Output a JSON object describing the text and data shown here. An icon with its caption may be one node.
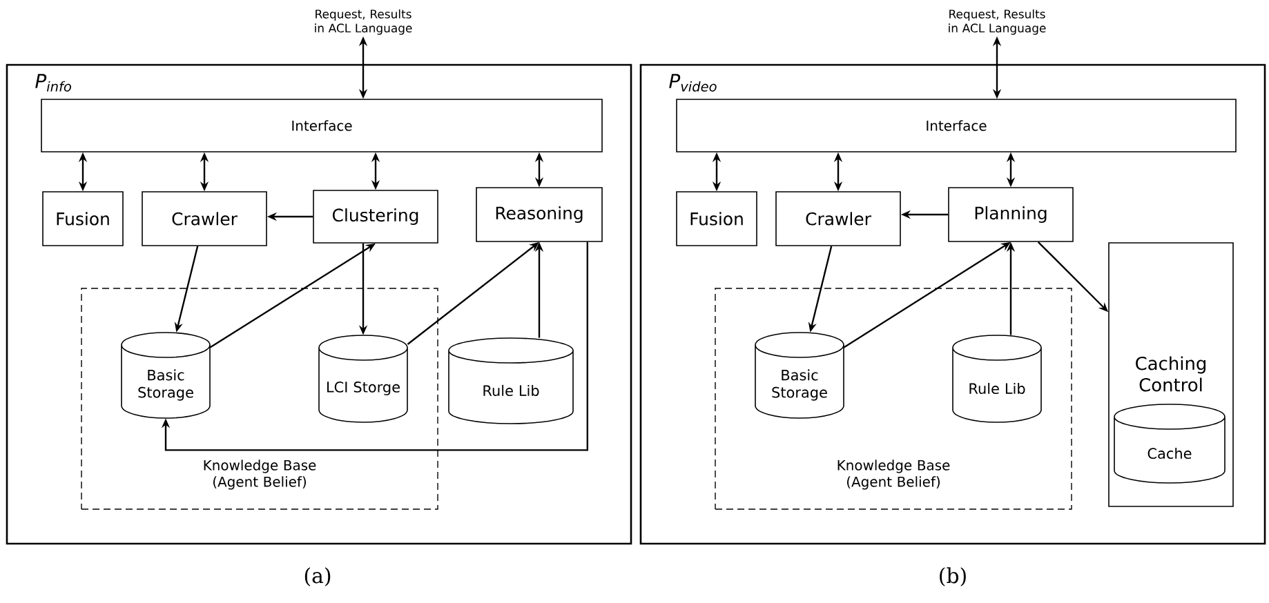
{
  "diagram": {
    "nodes": [
      {
        "text": [
          "P$_{info}$"
        ]
      },
      {
        "text": [
          "Interface"
        ],
        "in": 0
      },
      {
        "text": [
          "Fusion"
        ],
        "in": 0
      },
      {
        "text": [
          "Crawler"
        ],
        "in": 0
      },
      {
        "text": [
          "Clustering"
        ],
        "in": 0
      },
      {
        "text": [
          "Reasoning"
        ],
        "in": 0
      },
      {
        "text": [
          "Knowledge Base (Agent Belief)"
        ],
        "in": 0
      },
      {
        "text": [
          "Basic Storage"
        ],
        "in": 6
      },
      {
        "text": [
          "LCI Storge"
        ],
        "in": 6
      },
      {
        "text": [
          "Rule Lib"
        ],
        "in": 0
      },
      {
        "text": [
          "Request, Results in ACL Language"
        ]
      },
      {
        "text": [
          "P$_{video}$"
        ]
      },
      {
        "text": [
          "Interface"
        ],
        "in": 11
      },
      {
        "text": [
          "Fusion"
        ],
        "in": 11
      },
      {
        "text": [
          "Crawler"
        ],
        "in": 11
      },
      {
        "text": [
          "Planning"
        ],
        "in": 11
      },
      {
        "text": [
          "Knowledge Base (Agent Belief)"
        ],
        "in": 11
      },
      {
        "text": [
          "Basic Storage"
        ],
        "in": 16
      },
      {
        "text": [
          "Rule Lib"
        ],
        "in": 16
      },
      {
        "text": [
          "Caching Control"
        ],
        "in": 11
      },
      {
        "text": [
          "Cache"
        ],
        "in": 19
      },
      {
        "text": [
          "Request, Results in ACL Language"
        ]
      }
    ],
    "edges": [
      {
        "from": 10,
        "to": 1,
        "arrow": "both"
      },
      {
        "from": 1,
        "to": 2,
        "arrow": "both"
      },
      {
        "from": 1,
        "to": 3,
        "arrow": "both"
      },
      {
        "from": 1,
        "to": 4,
        "arrow": "both"
      },
      {
        "from": 1,
        "to": 5,
        "arrow": "both"
      },
      {
        "from": 4,
        "to": 3,
        "arrow": "to"
      },
      {
        "from": 3,
        "to": 7,
        "arrow": "to"
      },
      {
        "from": 7,
        "to": 4,
        "arrow": "to"
      },
      {
        "from": 4,
        "to": 8,
        "arrow": "to"
      },
      {
        "from": 8,
        "to": 5,
        "arrow": "to"
      },
      {
        "from": 9,
        "to": 5,
        "arrow": "to"
      },
      {
        "from": 5,
        "to": 7,
        "arrow": "to"
      },
      {
        "from": 21,
        "to": 12,
        "arrow": "both"
      },
      {
        "from": 12,
        "to": 13,
        "arrow": "both"
      },
      {
        "from": 12,
        "to": 14,
        "arrow": "both"
      },
      {
        "from": 12,
        "to": 15,
        "arrow": "both"
      },
      {
        "from": 15,
        "to": 14,
        "arrow": "to"
      },
      {
        "from": 14,
        "to": 17,
        "arrow": "to"
      },
      {
        "from": 17,
        "to": 15,
        "arrow": "to"
      },
      {
        "from": 18,
        "to": 15,
        "arrow": "to"
      },
      {
        "from": 15,
        "to": 19,
        "arrow": "to"
      }
    ],
    "labels": [
      "(a)",
      "(b)"
    ]
  }
}
